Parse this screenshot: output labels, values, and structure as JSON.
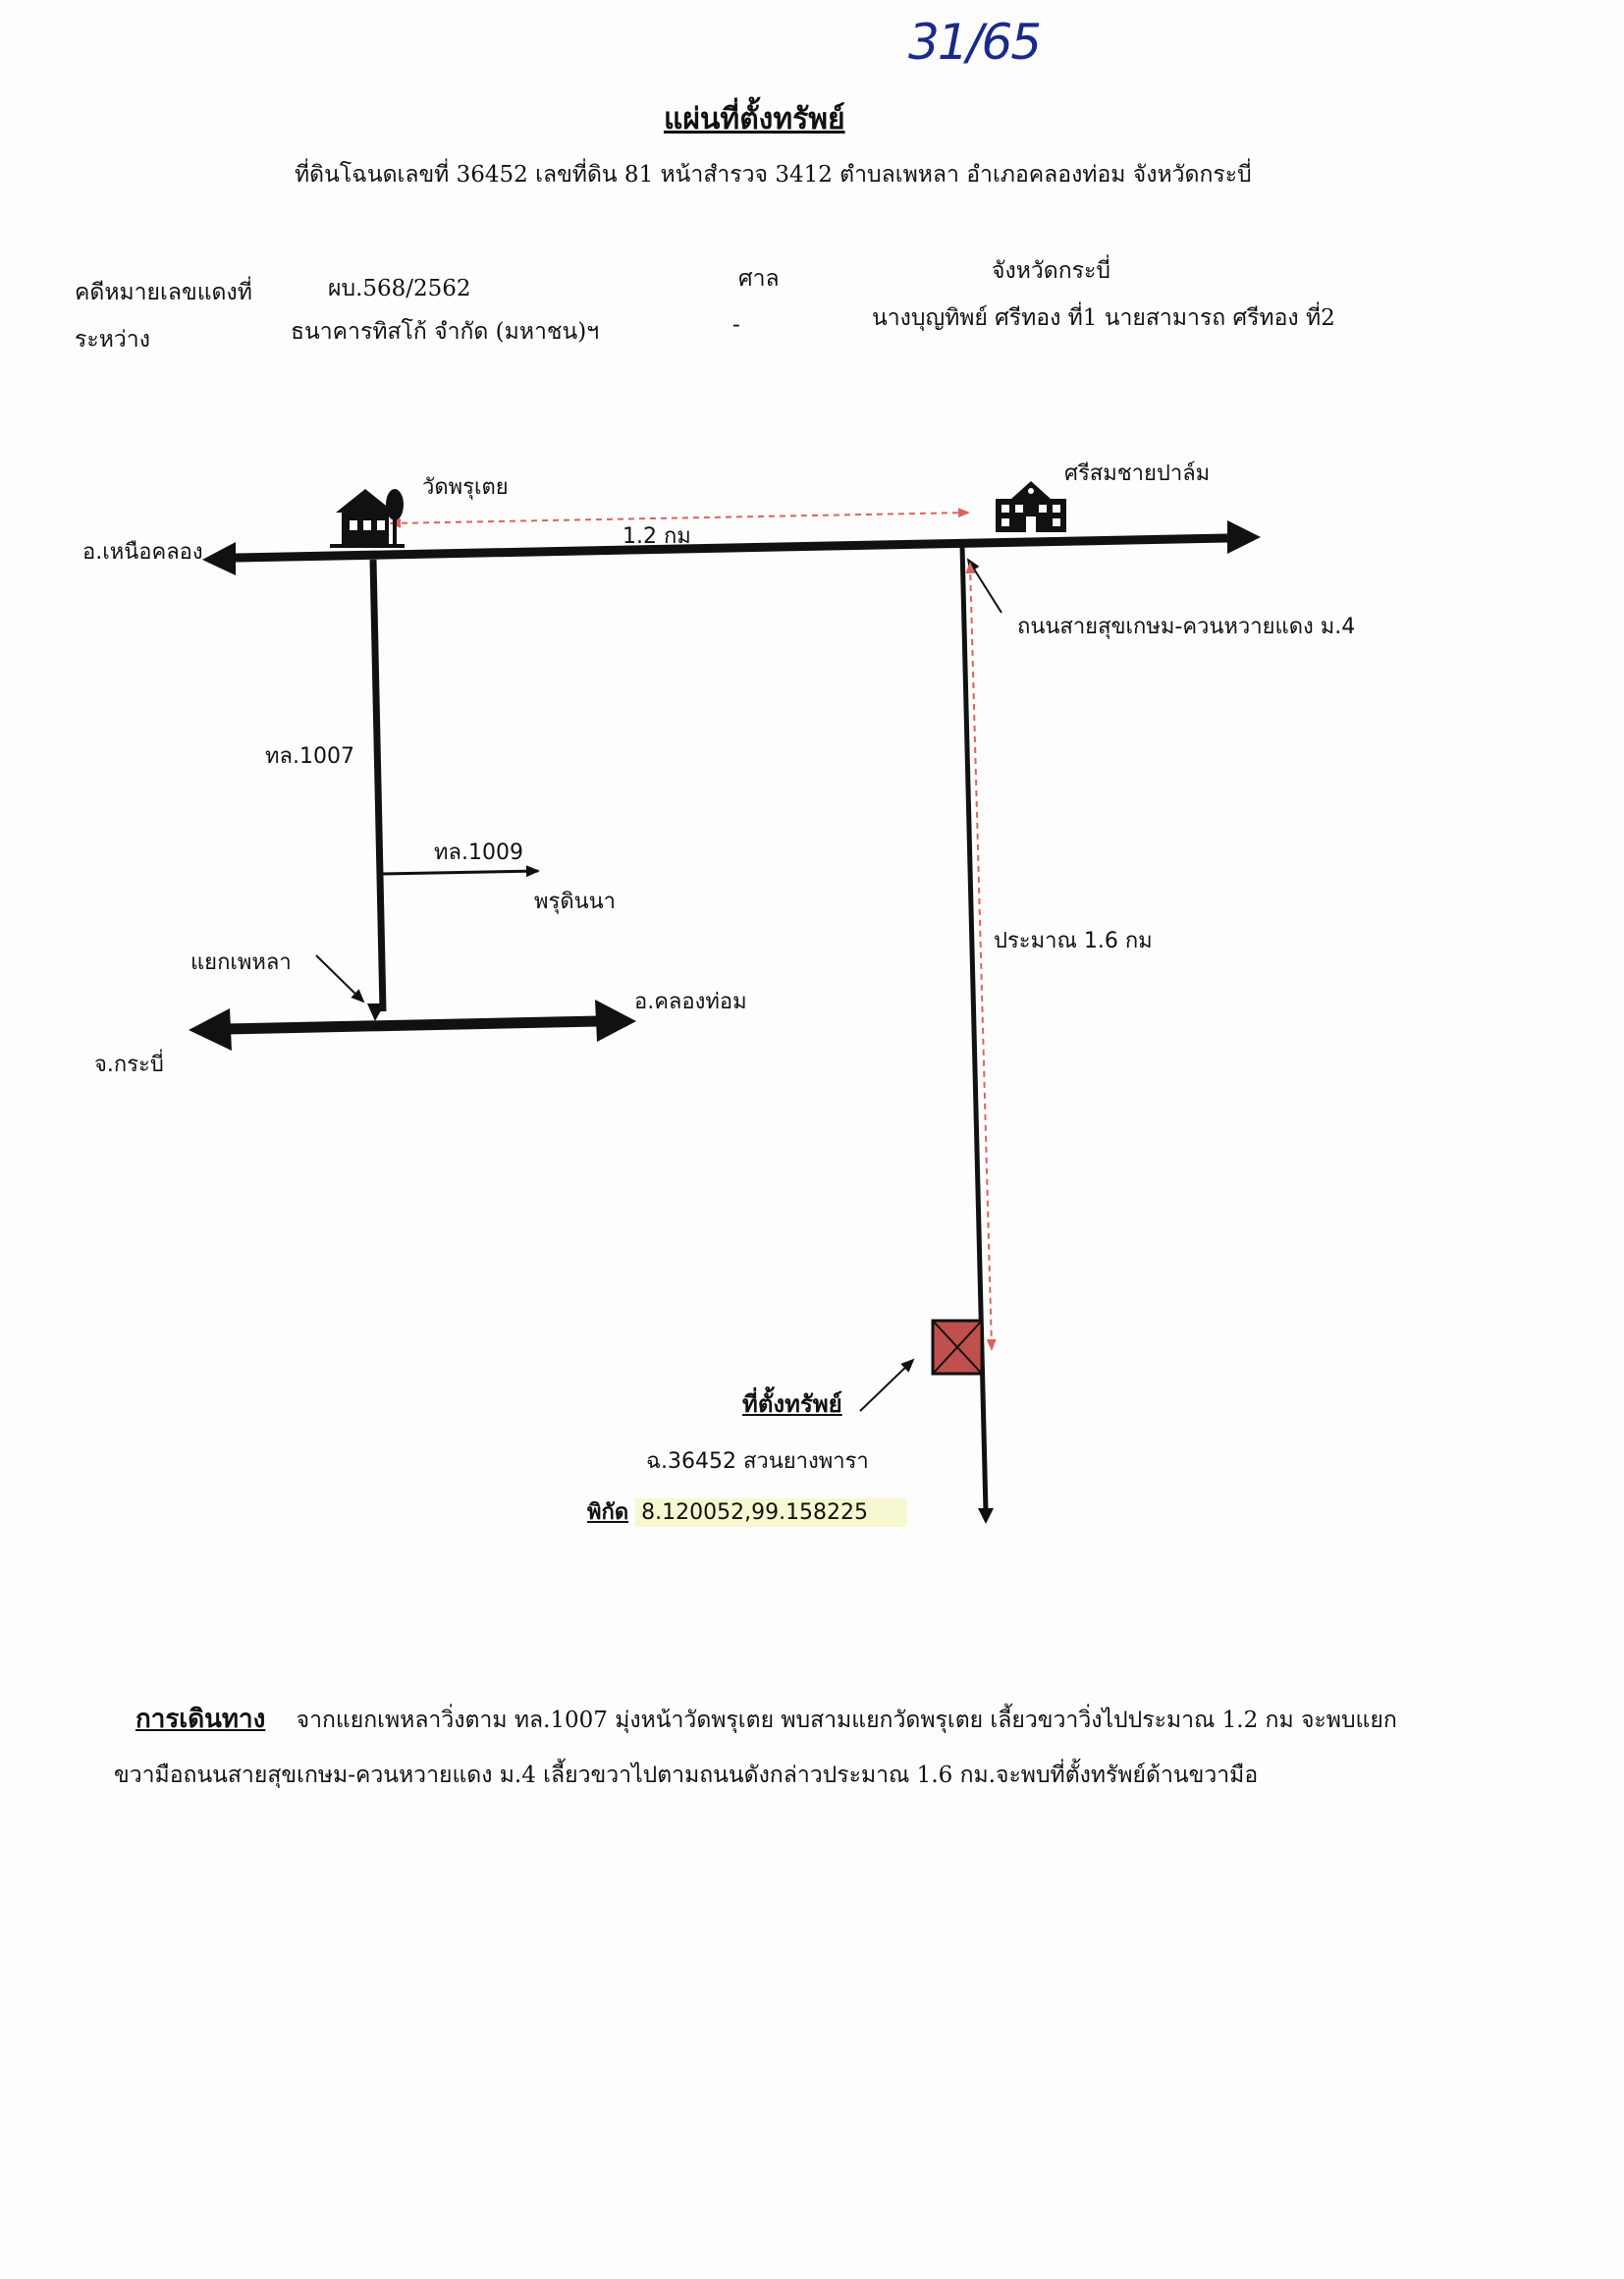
{
  "handwritten_page_no": "31/65",
  "header": {
    "title": "แผ่นที่ตั้งทรัพย์",
    "subtitle": "ที่ดินโฉนดเลขที่ 36452 เลขที่ดิน 81 หน้าสำรวจ 3412 ตำบลเพหลา อำเภอคลองท่อม จังหวัดกระบี่"
  },
  "case_info": {
    "case_label": "คดีหมายเลขแดงที่",
    "case_number": "ผบ.568/2562",
    "court_label": "ศาล",
    "court_name": "จังหวัดกระบี่",
    "between_label": "ระหว่าง",
    "plaintiff": "ธนาคารทิสโก้ จำกัด (มหาชน)ฯ",
    "separator": "-",
    "defendants": "นางบุญทิพย์ ศรีทอง ที่1 นายสามารถ ศรีทอง ที่2"
  },
  "map": {
    "landmark_temple": "วัดพรุเตย",
    "landmark_school": "ศรีสมชายปาล์ม",
    "distance_top": "1.2 กม",
    "west_end": "อ.เหนือคลอง",
    "road_right": "ถนนสายสุขเกษม-ควนหวายแดง ม.4",
    "road_1007": "ทล.1007",
    "road_1009": "ทล.1009",
    "place_prudinna": "พรุดินนา",
    "junction": "แยกเพหลา",
    "klongthom": "อ.คลองท่อม",
    "krabi": "จ.กระบี่",
    "distance_right": "ประมาณ 1.6 กม",
    "property_label": "ที่ตั้งทรัพย์",
    "deed_desc": "ฉ.36452 สวนยางพารา",
    "coord_label": "พิกัด",
    "coord_value": "8.120052,99.158225",
    "property_color": "#c0504d",
    "dashed_color": "#d9645e"
  },
  "directions": {
    "label": "การเดินทาง",
    "line1": "จากแยกเพหลาวิ่งตาม ทล.1007 มุ่งหน้าวัดพรุเตย พบสามแยกวัดพรุเตย เลี้ยวขวาวิ่งไปประมาณ 1.2 กม จะพบแยก",
    "line2": "ขวามือถนนสายสุขเกษม-ควนหวายแดง ม.4 เลี้ยวขวาไปตามถนนดังกล่าวประมาณ 1.6 กม.จะพบที่ตั้งทรัพย์ด้านขวามือ"
  }
}
